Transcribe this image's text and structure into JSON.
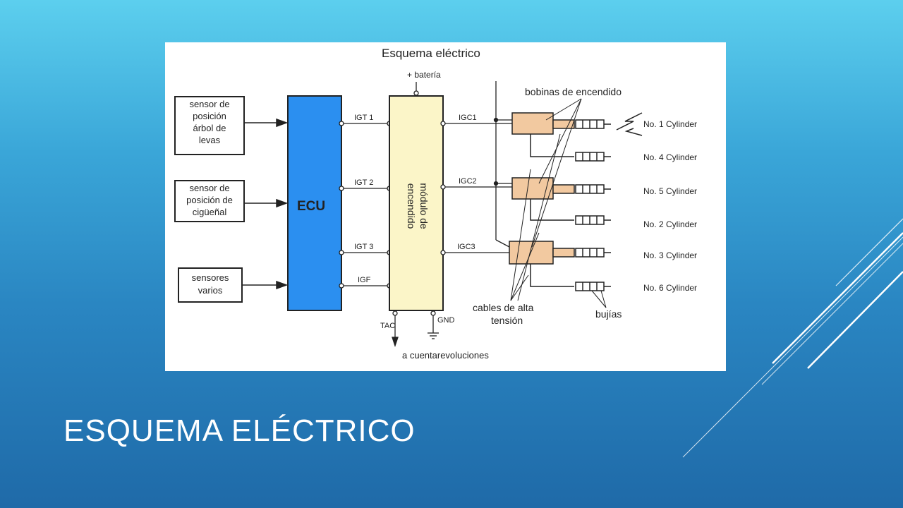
{
  "slide": {
    "title": "ESQUEMA ELÉCTRICO",
    "background_top": "#5ccfee",
    "background_bottom": "#1f6aa8"
  },
  "diagram": {
    "title": "Esquema eléctrico",
    "battery": "+ batería",
    "sensors": [
      [
        "sensor de",
        "posición",
        "árbol de",
        "levas"
      ],
      [
        "sensor de",
        "posición de",
        "cigüeñal"
      ],
      [
        "sensores",
        "varios"
      ]
    ],
    "ecu_label": "ECU",
    "ecu_color": "#2b8ff0",
    "module_label_lines": [
      "módulo de",
      "encendido"
    ],
    "module_color": "#fbf5c8",
    "coil_color": "#f2c9a0",
    "signals": [
      "IGT 1",
      "IGT 2",
      "IGT 3",
      "IGF"
    ],
    "coil_signals": [
      "IGC1",
      "IGC2",
      "IGC3"
    ],
    "coils_label": "bobinas de encendido",
    "cylinders": [
      "No. 1 Cylinder",
      "No. 4 Cylinder",
      "No. 5 Cylinder",
      "No. 2 Cylinder",
      "No. 3 Cylinder",
      "No. 6 Cylinder"
    ],
    "cables_label_lines": [
      "cables de alta",
      "tensión"
    ],
    "plugs_label": "bujías",
    "tac": "TAC",
    "gnd": "GND",
    "tachometer": "a cuentarevoluciones"
  }
}
